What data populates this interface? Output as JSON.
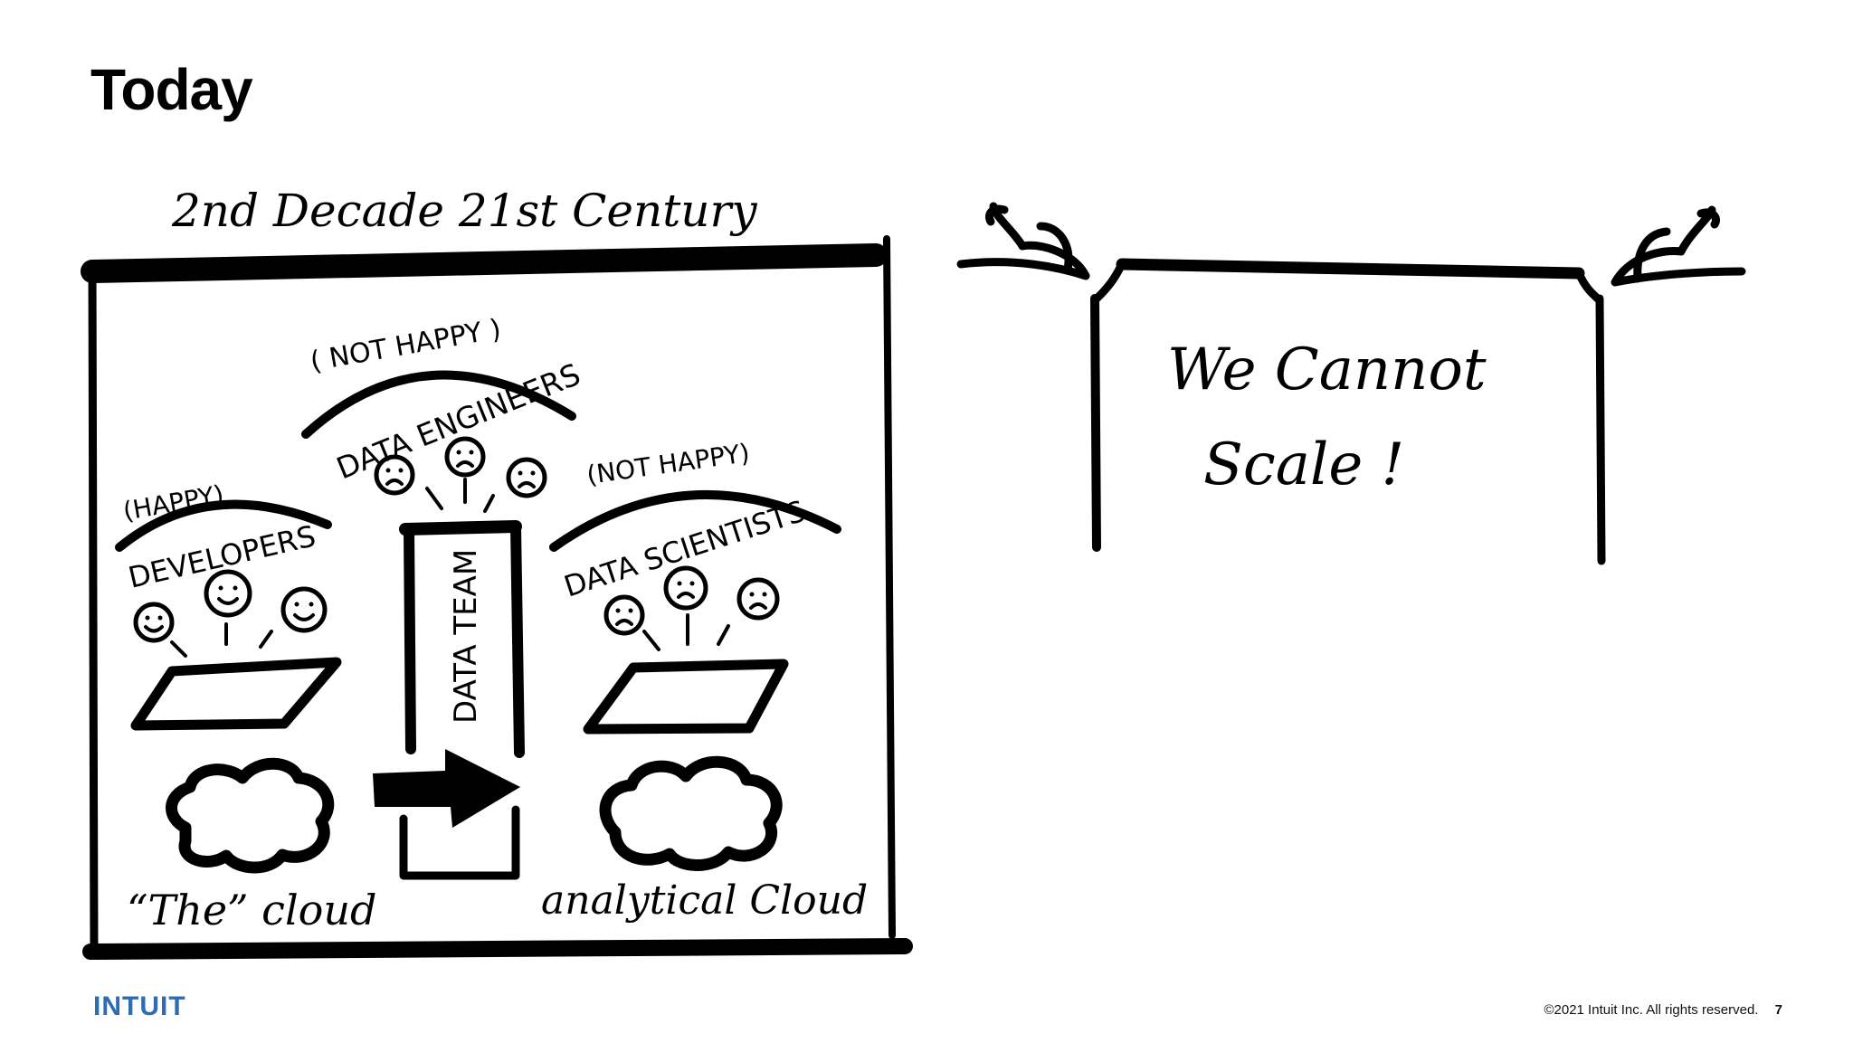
{
  "slide": {
    "title": "Today",
    "footer_copyright": "©2021 Intuit Inc. All rights reserved.",
    "page_number": "7",
    "logo_text": "INTUIT",
    "brand_color": "#2f6db3"
  },
  "sketch_left": {
    "caption": "2nd Decade 21st Century",
    "groups": [
      {
        "mood": "(HAPPY)",
        "name": "DEVELOPERS",
        "faces": "happy"
      },
      {
        "mood": "( NOT HAPPY )",
        "name": "DATA ENGINEERS",
        "faces": "sad"
      },
      {
        "mood": "(NOT HAPPY)",
        "name": "DATA SCIENTISTS",
        "faces": "sad"
      }
    ],
    "data_team_label": "DATA TEAM",
    "cloud_left_label": "“The” cloud",
    "cloud_right_label": "analytical Cloud"
  },
  "sketch_right": {
    "sign_line1": "We Cannot",
    "sign_line2": "Scale !"
  }
}
